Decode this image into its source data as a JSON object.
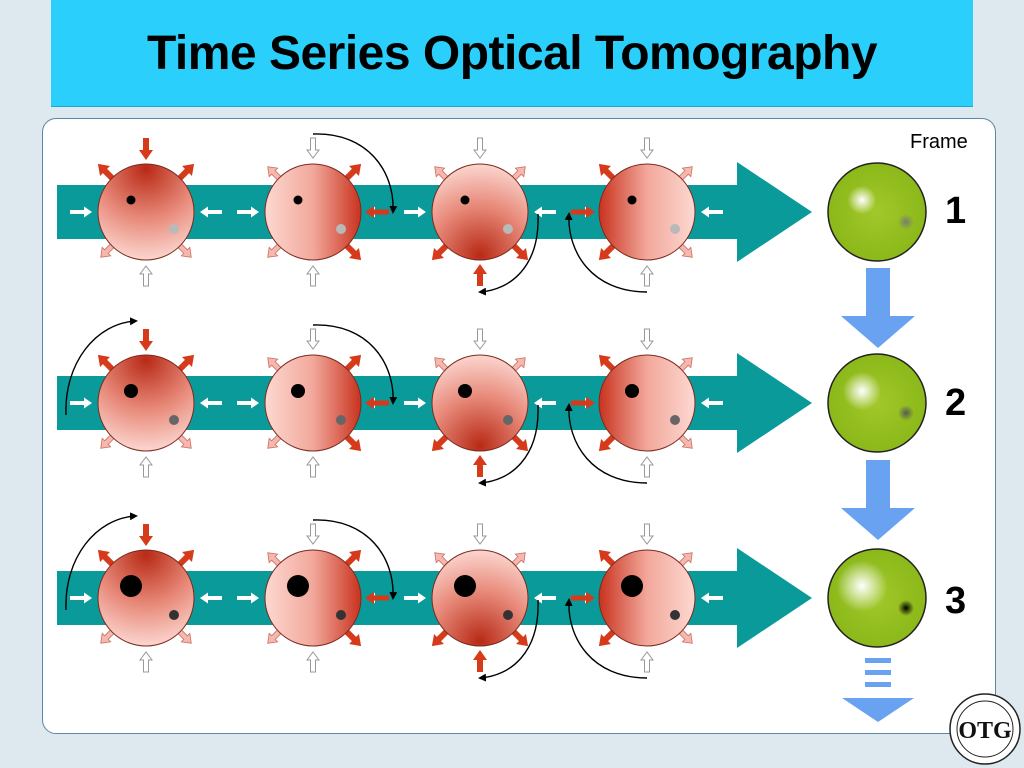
{
  "title": "Time Series Optical Tomography",
  "frame_label": "Frame",
  "frames": [
    "1",
    "2",
    "3"
  ],
  "logo_text": "OTG",
  "colors": {
    "title_bg": "#2ad0fb",
    "beam": "#0b9a9a",
    "sphere_dark": "#c8321e",
    "sphere_light": "#fbd3cc",
    "source_arrow": "#d63a1a",
    "detector_arrow": "#f6b8ae",
    "result_sphere": "#96c11f",
    "flow_arrow": "#6aa2f2"
  },
  "rows": [
    {
      "frame": "1",
      "dark_dot": "small",
      "grey_dot": "light"
    },
    {
      "frame": "2",
      "dark_dot": "medium",
      "grey_dot": "mid"
    },
    {
      "frame": "3",
      "dark_dot": "large",
      "grey_dot": "dark"
    }
  ]
}
